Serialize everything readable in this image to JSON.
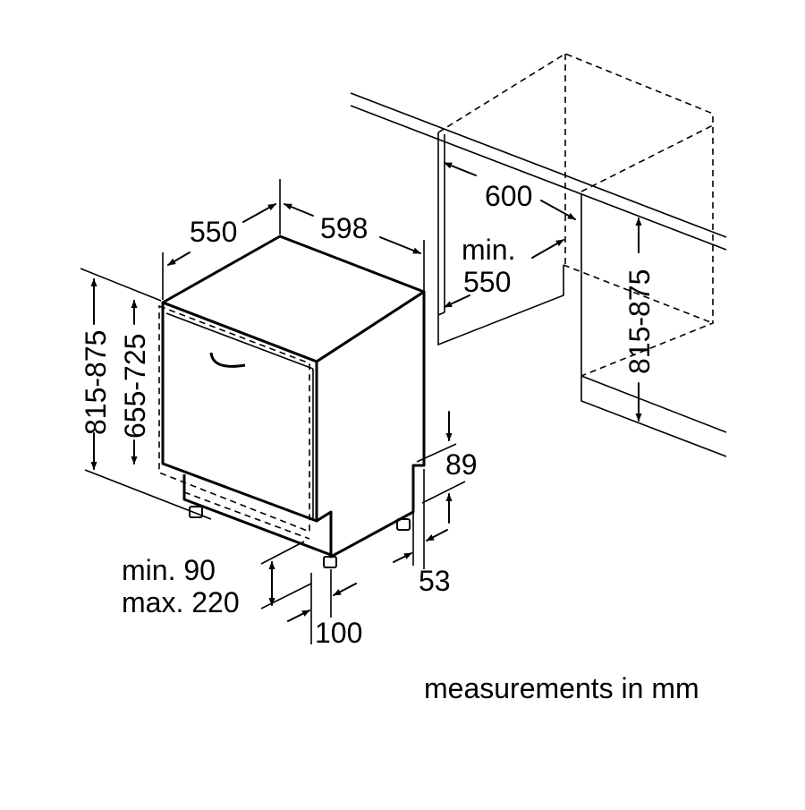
{
  "labels": {
    "depth": "550",
    "width": "598",
    "niche_width": "600",
    "niche_depth_line1": "min.",
    "niche_depth_line2": "550",
    "niche_height": "815-875",
    "height_outer": "815-875",
    "height_door": "655-725",
    "toe_top": "89",
    "toe_bottom": "53",
    "plinth_line1": "min. 90",
    "plinth_line2": "max. 220",
    "plinth_depth": "100"
  },
  "footer": {
    "note": "measurements in mm"
  }
}
